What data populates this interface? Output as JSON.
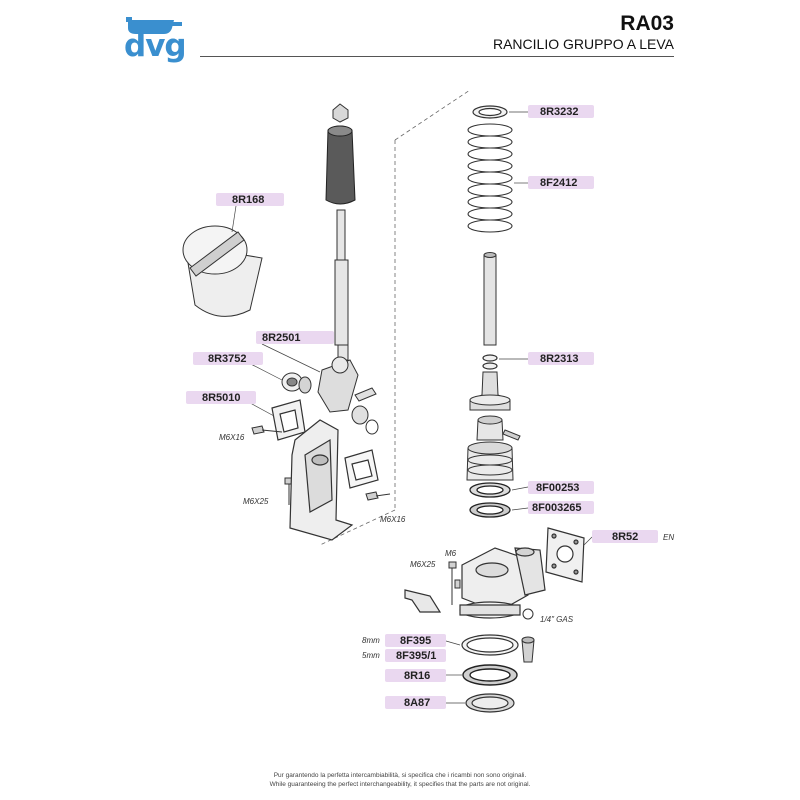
{
  "header": {
    "brand": "dvg",
    "model_code": "RA03",
    "subtitle": "RANCILIO GRUPPO A LEVA"
  },
  "colors": {
    "label_fill": "#ead8f0",
    "brand_blue": "#3a8fcf",
    "line": "#333333"
  },
  "part_labels": {
    "p8R168": "8R168",
    "p8R2501": "8R2501",
    "p8R3752": "8R3752",
    "p8R5010": "8R5010",
    "p8R3232": "8R3232",
    "p8F2412": "8F2412",
    "p8R2313": "8R2313",
    "p8F00253": "8F00253",
    "p8F003265": "8F003265",
    "p8R52": "8R52",
    "p8F395": "8F395",
    "p8F395_1": "8F395/1",
    "p8R16": "8R16",
    "p8A87": "8A87"
  },
  "notes": {
    "m6x16_left": "M6X16",
    "m6x25_left": "M6X25",
    "m6x16_right": "M6X16",
    "m6": "M6",
    "m6x25_right": "M6X25",
    "gas": "1/4\" GAS",
    "en": "EN",
    "mm8": "8mm",
    "mm5": "5mm"
  },
  "footer": {
    "line1": "Pur garantendo la perfetta intercambiabilità, si specifica che i ricambi non sono originali.",
    "line2": "While guaranteeing the perfect interchangeability, it specifies that the parts are not original."
  }
}
